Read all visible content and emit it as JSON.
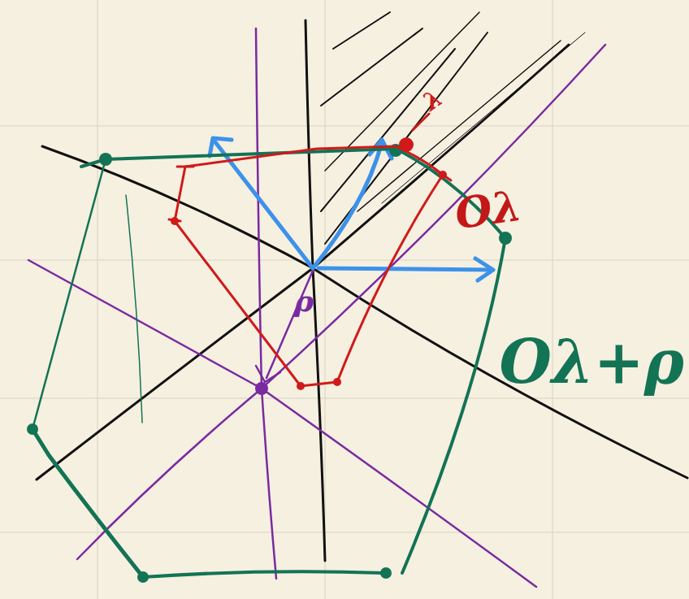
{
  "diagram": {
    "labels": [
      "λ",
      "Oλ",
      "Oλ+ρ",
      "ρ"
    ]
  }
}
